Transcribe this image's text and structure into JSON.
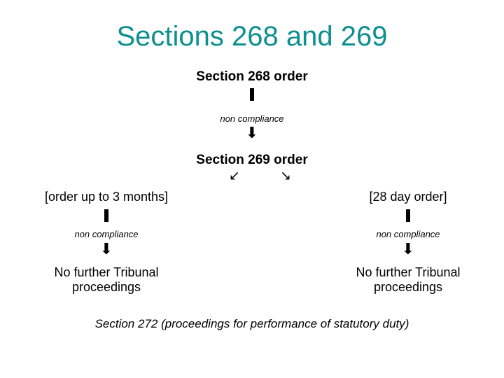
{
  "slide": {
    "title": "Sections 268 and 269",
    "title_color": "#0d8f90",
    "background_color": "#ffffff",
    "text_color": "#000000"
  },
  "flow": {
    "root": {
      "label": "Section 268 order",
      "connector_bar": "vertical-bar",
      "edge_label": "non compliance",
      "arrow": "⬇"
    },
    "second": {
      "label": "Section 269 order",
      "branch_left_arrow": "↙",
      "branch_right_arrow": "↘"
    },
    "branches": [
      {
        "label": "[order up to 3 months]",
        "connector_bar": "vertical-bar",
        "edge_label": "non compliance",
        "arrow": "⬇",
        "outcome_line1": "No further Tribunal",
        "outcome_line2": "proceedings"
      },
      {
        "label": "[28 day order]",
        "connector_bar": "vertical-bar",
        "edge_label": "non compliance",
        "arrow": "⬇",
        "outcome_line1": "No further Tribunal",
        "outcome_line2": "proceedings"
      }
    ],
    "footer": "Section 272 (proceedings for performance of statutory duty)"
  }
}
